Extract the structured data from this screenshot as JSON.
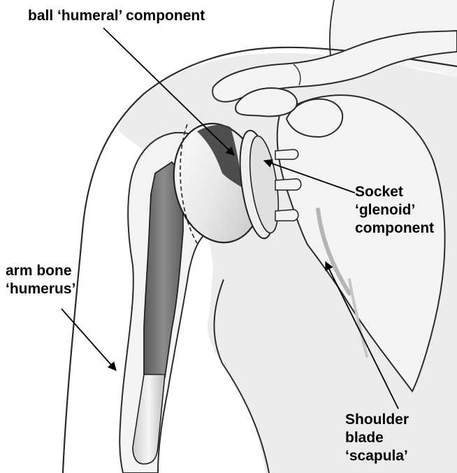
{
  "labels": {
    "ball_humeral": "ball ‘humeral’ component",
    "socket": {
      "line1": "Socket",
      "line2": "‘glenoid’",
      "line3": "component"
    },
    "arm_bone": {
      "line1": "arm bone",
      "line2": "‘humerus’"
    },
    "shoulder_blade": {
      "line1": "Shoulder",
      "line2": "blade",
      "line3": "‘scapula’"
    }
  },
  "colors": {
    "outline": "#2b2b2b",
    "skin_shade": "#e6e6e6",
    "bone_fill": "#f4f4f4",
    "bone_shadow": "#d2d2d2",
    "implant_stem": "#7a7a7a",
    "implant_metal": "#dcdcdc",
    "label_text": "#000000"
  }
}
